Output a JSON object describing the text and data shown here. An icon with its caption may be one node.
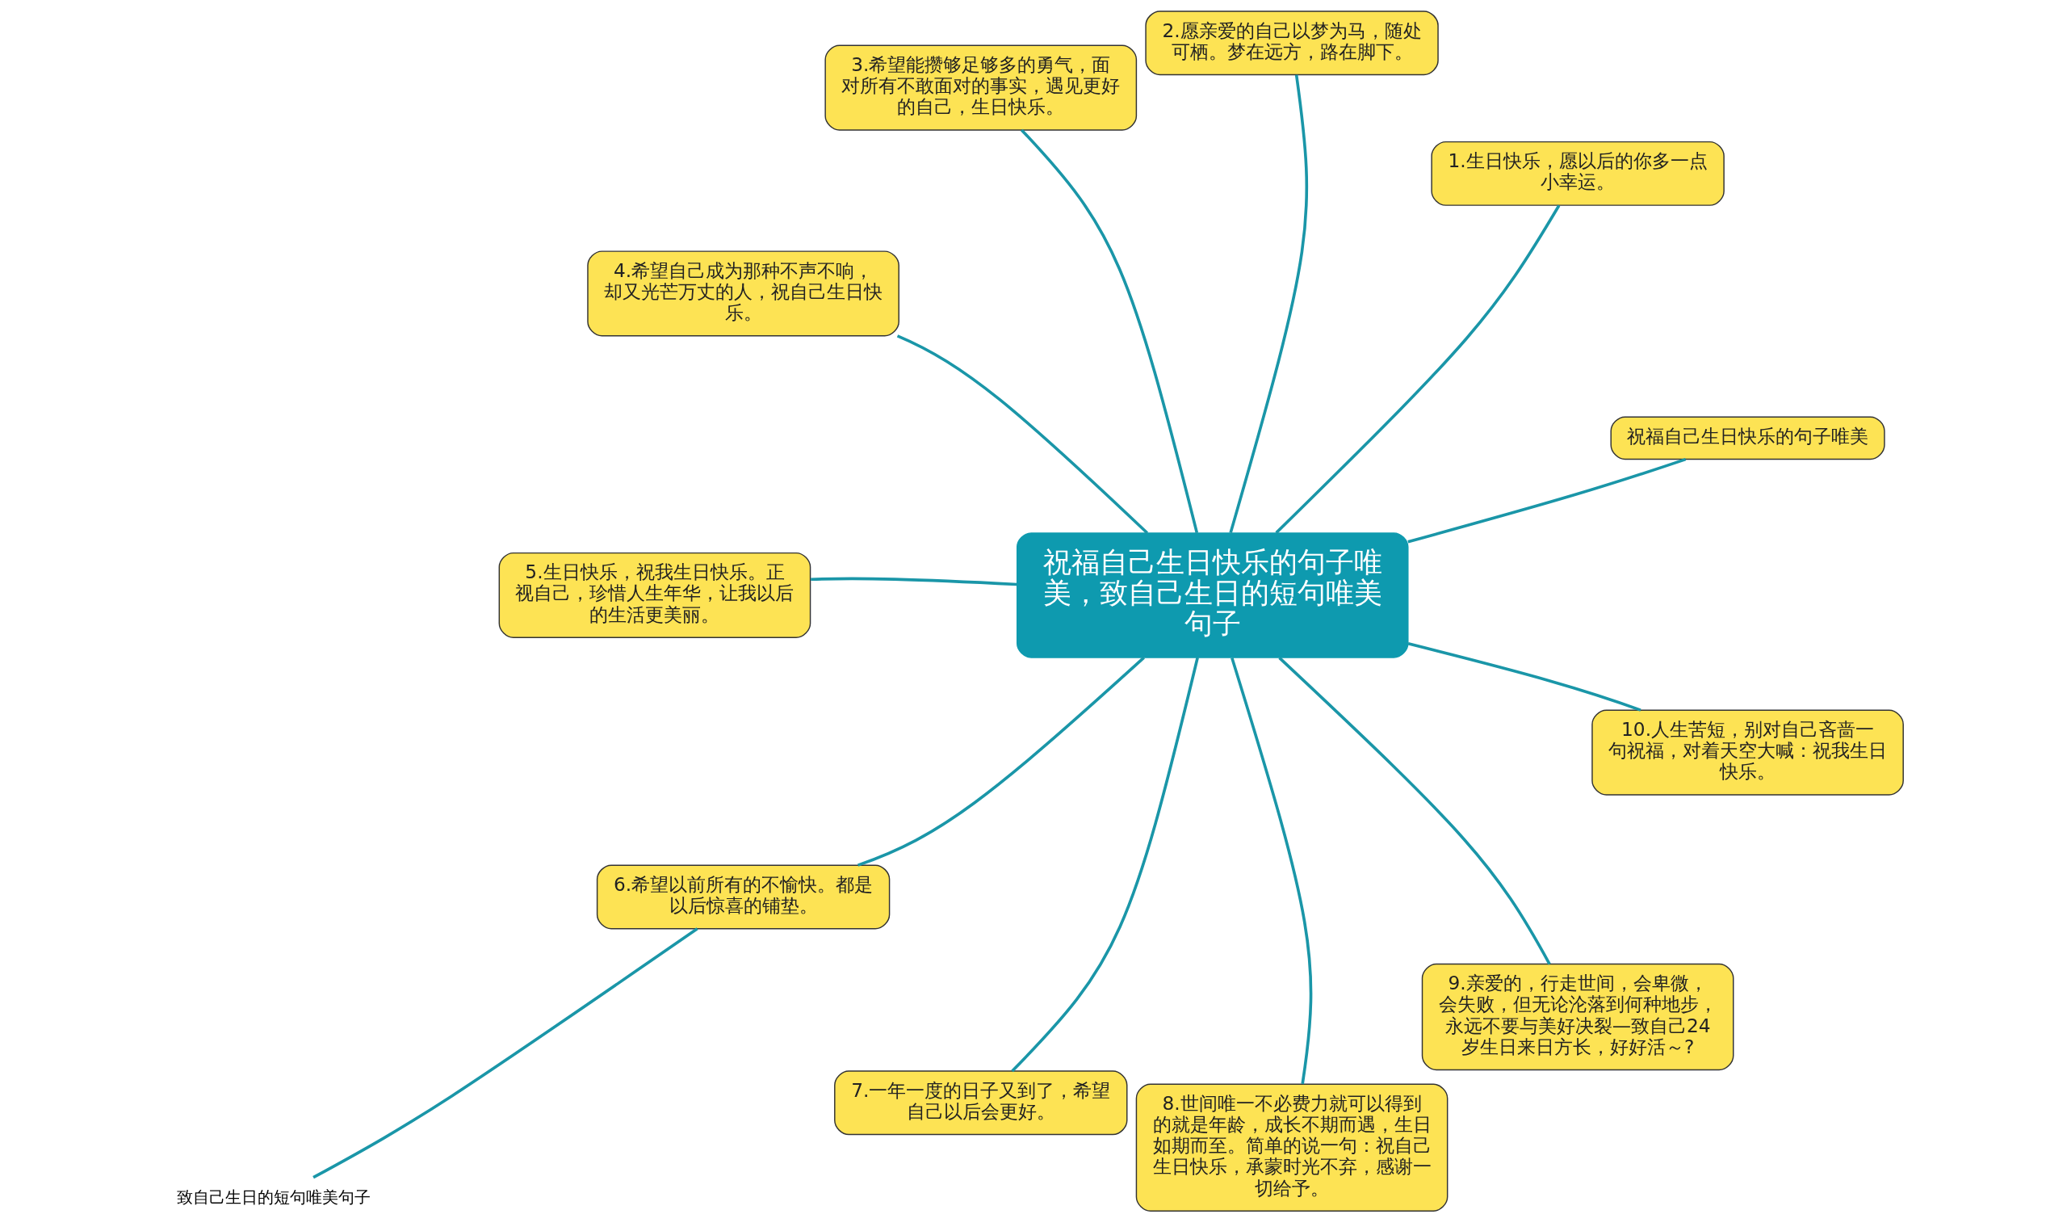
{
  "diagram": {
    "nodes": [
      {
        "text": [
          "祝福自己生日快乐的句子唯美，致自己生日的短句唯美句子"
        ]
      },
      {
        "text": [
          "祝福自己生日快乐的句子唯美"
        ]
      },
      {
        "text": [
          "1.生日快乐，愿以后的你多一点小幸运。"
        ]
      },
      {
        "text": [
          "2.愿亲爱的自己以梦为马，随处可栖。梦在远方，路在脚下。"
        ]
      },
      {
        "text": [
          "3.希望能攒够足够多的勇气，面对所有不敢面对的事实，遇见更好的自己，生日快乐。"
        ]
      },
      {
        "text": [
          "4.希望自己成为那种不声不响，却又光芒万丈的人，祝自己生日快乐。"
        ]
      },
      {
        "text": [
          "5.生日快乐，祝我生日快乐。正视自己，珍惜人生年华，让我以后的生活更美丽。"
        ]
      },
      {
        "text": [
          "6.希望以前所有的不愉快。都是以后惊喜的铺垫。"
        ]
      },
      {
        "text": [
          "致自己生日的短句唯美句子"
        ]
      },
      {
        "text": [
          "7.一年一度的日子又到了，希望自己以后会更好。"
        ]
      },
      {
        "text": [
          "8.世间唯一不必费力就可以得到的就是年龄，成长不期而遇，生日如期而至。简单的说一句：祝自己生日快乐，承蒙时光不弃，感谢一切给予。"
        ]
      },
      {
        "text": [
          "9.亲爱的，行走世间，会卑微，会失败，但无论沦落到何种地步，永远不要与美好决裂—致自己24岁生日来日方长，好好活～?"
        ]
      },
      {
        "text": [
          "10.人生苦短，别对自己吝啬一句祝福，对着天空大喊：祝我生日快乐。"
        ]
      }
    ],
    "edges": [
      {
        "from": 0,
        "to": 1,
        "arrow": "none"
      },
      {
        "from": 0,
        "to": 2,
        "arrow": "none"
      },
      {
        "from": 0,
        "to": 3,
        "arrow": "none"
      },
      {
        "from": 0,
        "to": 4,
        "arrow": "none"
      },
      {
        "from": 0,
        "to": 5,
        "arrow": "none"
      },
      {
        "from": 0,
        "to": 6,
        "arrow": "none"
      },
      {
        "from": 0,
        "to": 7,
        "arrow": "none"
      },
      {
        "from": 7,
        "to": 8,
        "arrow": "none"
      },
      {
        "from": 0,
        "to": 9,
        "arrow": "none"
      },
      {
        "from": 0,
        "to": 10,
        "arrow": "none"
      },
      {
        "from": 0,
        "to": 11,
        "arrow": "none"
      },
      {
        "from": 0,
        "to": 12,
        "arrow": "none"
      }
    ]
  }
}
